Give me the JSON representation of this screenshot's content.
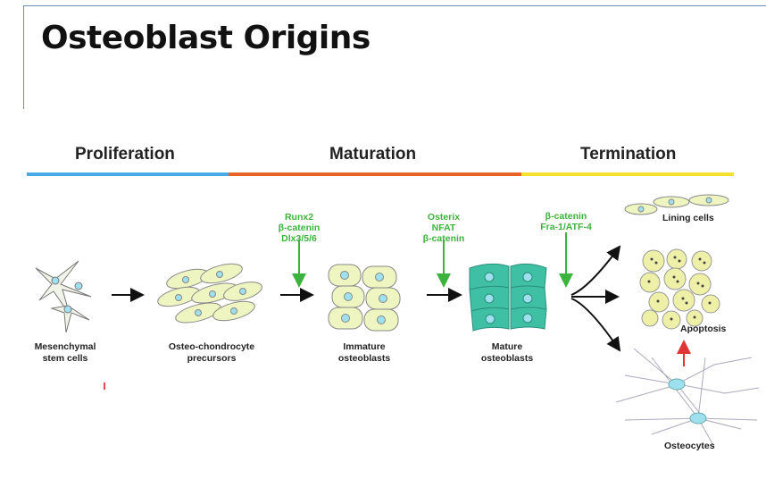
{
  "slide": {
    "title": "Osteoblast Origins"
  },
  "phases": [
    {
      "label": "Proliferation",
      "color": "#4aa9e6"
    },
    {
      "label": "Maturation",
      "color": "#e8632a"
    },
    {
      "label": "Termination",
      "color": "#f2e230"
    }
  ],
  "stages": [
    {
      "label_line1": "Mesenchymal",
      "label_line2": "stem cells"
    },
    {
      "label_line1": "Osteo-chondrocyte",
      "label_line2": "precursors"
    },
    {
      "label_line1": "Immature",
      "label_line2": "osteoblasts"
    },
    {
      "label_line1": "Mature",
      "label_line2": "osteoblasts"
    }
  ],
  "factors": [
    {
      "lines": [
        "Runx2",
        "β-catenin",
        "Dlx3/5/6"
      ]
    },
    {
      "lines": [
        "Osterix",
        "NFAT",
        "β-catenin"
      ]
    },
    {
      "lines": [
        "β-catenin",
        "Fra-1/ATF-4"
      ]
    }
  ],
  "outcomes": {
    "lining": "Lining cells",
    "apoptosis": "Apoptosis",
    "osteocytes": "Osteocytes"
  },
  "colors": {
    "factor_text": "#3cb33c",
    "cell_fill": "#eef5c0",
    "nucleus": "#9fe0ee",
    "mature_cell": "#3fc0a5",
    "inhibit_arrow": "#e03535"
  }
}
